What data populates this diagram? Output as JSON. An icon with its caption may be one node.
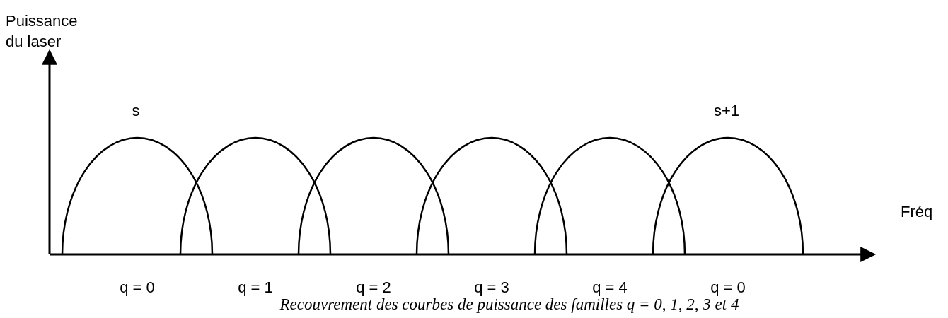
{
  "diagram": {
    "caption": "Recouvrement des courbes de puissance des familles q = 0, 1, 2, 3 et 4",
    "labels": [
      "Puissance du laser",
      "s",
      "s+1",
      "Fréq",
      "q = 0",
      "q = 1",
      "q = 2",
      "q = 3",
      "q = 4",
      "q = 0"
    ]
  }
}
